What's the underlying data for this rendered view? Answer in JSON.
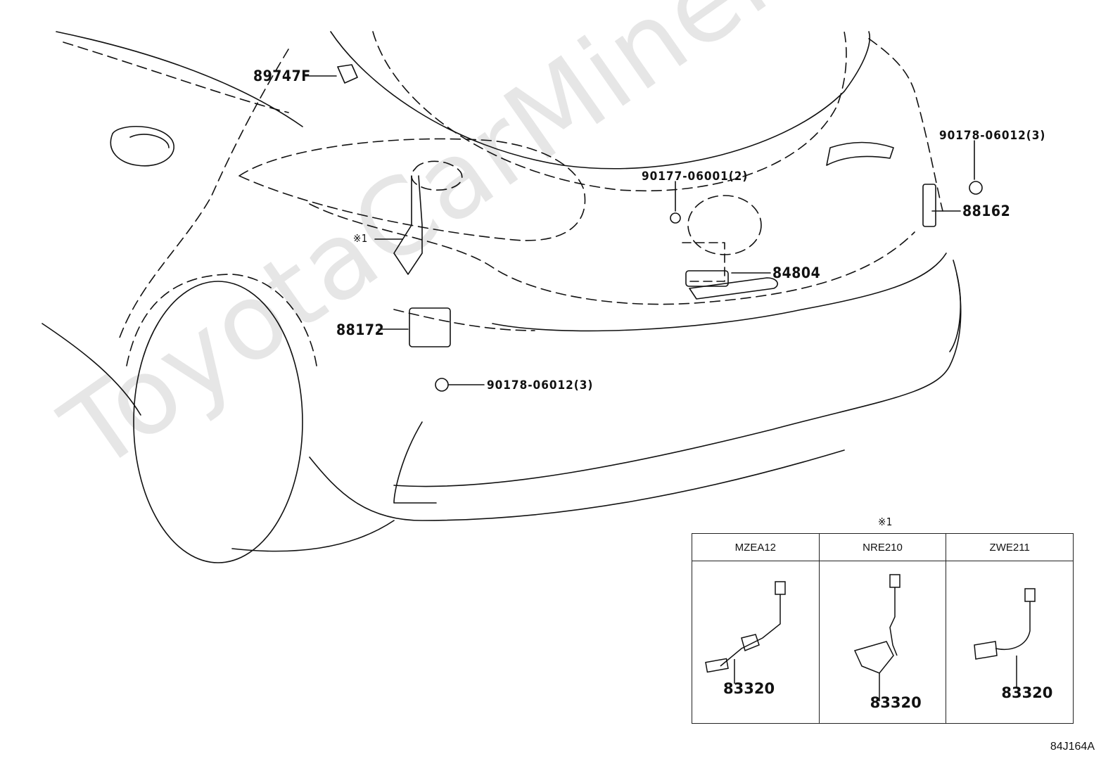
{
  "watermark": "ToyotaCarMiner.ru",
  "labels": {
    "p89747F": "89747F",
    "p90177": "90177-06001(2)",
    "p90178_right": "90178-06012(3)",
    "p88162": "88162",
    "p84804": "84804",
    "p88172": "88172",
    "p90178_left": "90178-06012(3)",
    "note1": "※1"
  },
  "inset": {
    "note": "※1",
    "columns": [
      {
        "model": "MZEA12",
        "part": "83320"
      },
      {
        "model": "NRE210",
        "part": "83320"
      },
      {
        "model": "ZWE211",
        "part": "83320"
      }
    ]
  },
  "diagram_code": "84J164A"
}
